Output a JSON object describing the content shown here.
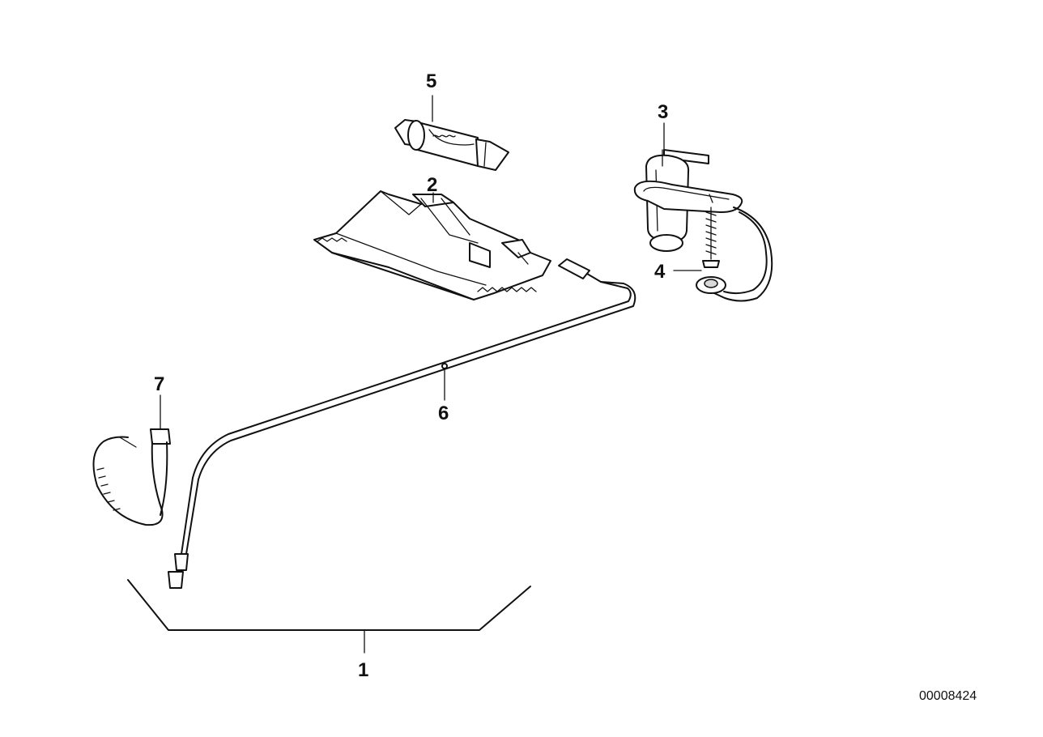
{
  "parts": [
    {
      "id": "part-1",
      "label": "1"
    },
    {
      "id": "part-2",
      "label": "2"
    },
    {
      "id": "part-3",
      "label": "3"
    },
    {
      "id": "part-4",
      "label": "4"
    },
    {
      "id": "part-5",
      "label": "5"
    },
    {
      "id": "part-6",
      "label": "6"
    },
    {
      "id": "part-7",
      "label": "7"
    }
  ],
  "document_number": "00008424",
  "colors": {
    "line": "#111111",
    "background": "#ffffff"
  }
}
